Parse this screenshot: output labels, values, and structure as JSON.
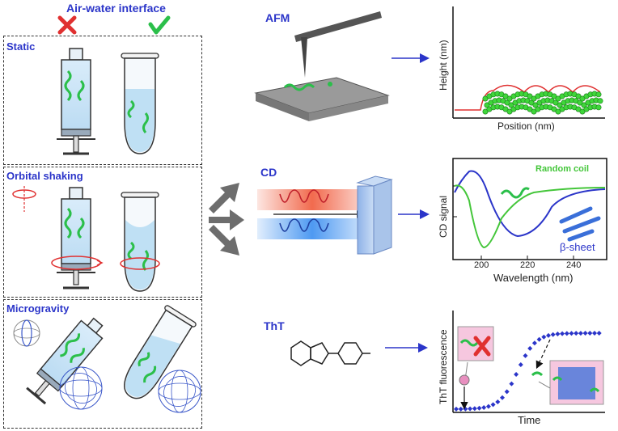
{
  "header": {
    "title": "Air-water interface",
    "cross_icon": "cross-icon",
    "check_icon": "check-icon"
  },
  "panels": {
    "static": "Static",
    "orbital": "Orbital shaking",
    "microgravity": "Microgravity"
  },
  "techniques": {
    "afm": "AFM",
    "cd": "CD",
    "tht": "ThT"
  },
  "afm_plot": {
    "ylabel": "Height (nm)",
    "xlabel": "Position (nm)"
  },
  "cd_plot": {
    "ylabel": "CD signal",
    "xlabel": "Wavelength (nm)",
    "ticks": [
      "200",
      "220",
      "240"
    ],
    "random_coil": "Random coil",
    "beta_sheet": "β-sheet"
  },
  "tht_plot": {
    "ylabel": "ThT fluorescence",
    "xlabel": "Time"
  },
  "colors": {
    "accent_blue": "#2b35c9",
    "green": "#33cc33",
    "red": "#e03030",
    "syringe_fill": "#cfe6f7"
  }
}
